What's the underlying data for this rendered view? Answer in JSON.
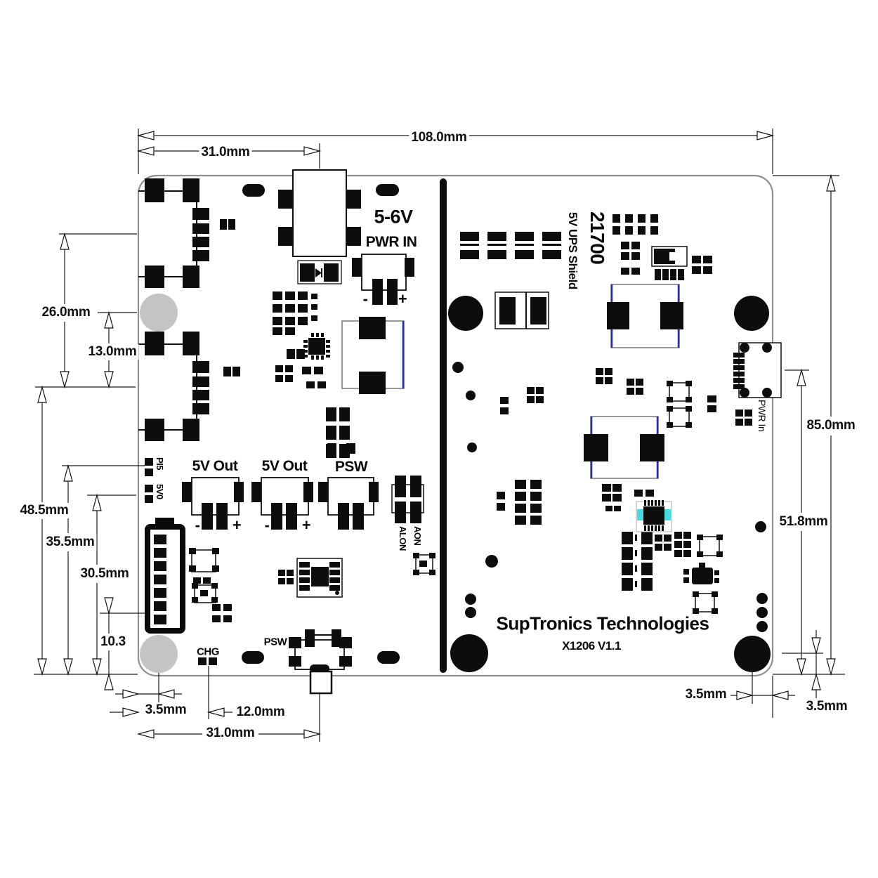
{
  "drawing": {
    "type": "PCB dimensional drawing, top and bottom view side by side"
  },
  "colors": {
    "line": "#1a1a1a",
    "pad": "#0d0d0d",
    "mount_hole_gray": "#c4c4c4",
    "inductor_blue": "#2a2ab0",
    "ic_cyan": "#49dbe0",
    "board_outline": "#8f8f8f"
  },
  "dims": {
    "board_width": "108.0mm",
    "jack_offset": "31.0mm",
    "clip_spacing": "26.0mm",
    "hole_to_clip": "13.0mm",
    "height_48": "48.5mm",
    "height_35": "35.5mm",
    "height_30": "30.5mm",
    "height_10": "10.3",
    "hole_inset_left": "3.5mm",
    "chg_offset": "12.0mm",
    "psw_offset": "31.0mm",
    "board_height": "85.0mm",
    "usb_center_height": "51.8mm",
    "hole_inset_right_x": "3.5mm",
    "hole_inset_right_y": "3.5mm"
  },
  "left_board": {
    "voltage": "5-6V",
    "pwr_in": "PWR IN",
    "out_a": "5V Out",
    "out_b": "5V Out",
    "psw": "PSW",
    "psw_bottom": "PSW",
    "chg": "CHG",
    "pi5": "PI5",
    "v5_0": "5V0",
    "aon": "AON",
    "alon": "ALON",
    "minus": "-",
    "plus": "+"
  },
  "right_board": {
    "battery": "21700",
    "shield": "5V UPS Shield",
    "pwr_in": "PWR In",
    "company": "SupTronics Technologies",
    "model": "X1206 V1.1"
  }
}
